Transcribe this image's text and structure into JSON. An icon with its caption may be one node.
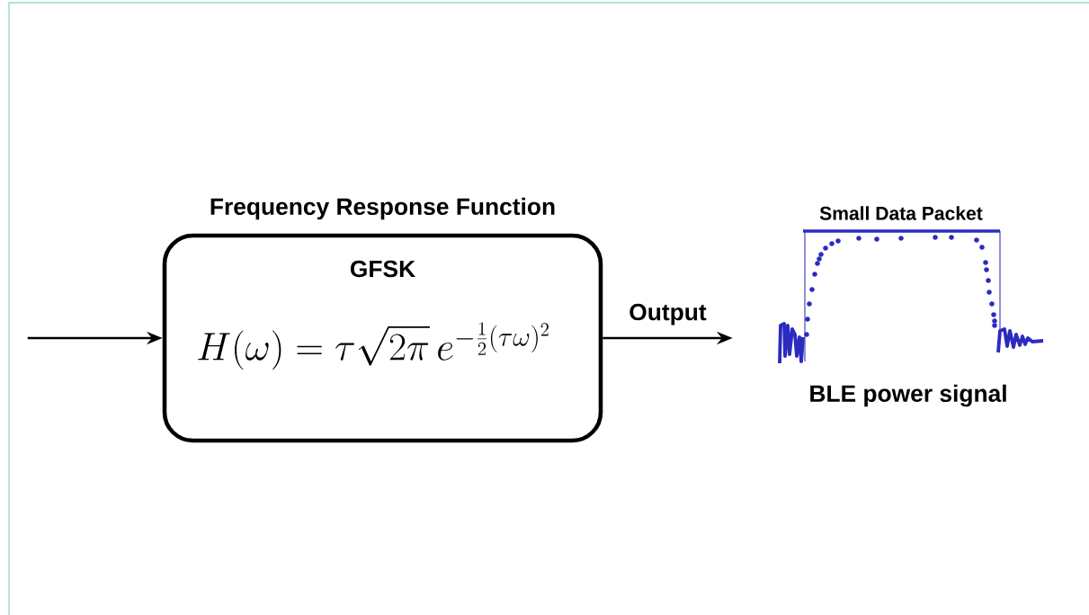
{
  "diagram": {
    "nodes": [
      {
        "text": [
          "Frequency Response Function",
          "GFSK",
          "H(\\omega)=\\tau\\sqrt{2\\pi}\\,e^{-\\frac{1}{2}(\\tau\\omega)^{2}}"
        ]
      },
      {
        "text": [
          "Small Data Packet"
        ],
        "beside": [
          "BLE power signal"
        ]
      }
    ],
    "edges": [
      {
        "from": null,
        "to": 0,
        "arrow": "to"
      },
      {
        "from": 0,
        "to": 1,
        "arrow": "to",
        "label": "Output"
      }
    ]
  }
}
